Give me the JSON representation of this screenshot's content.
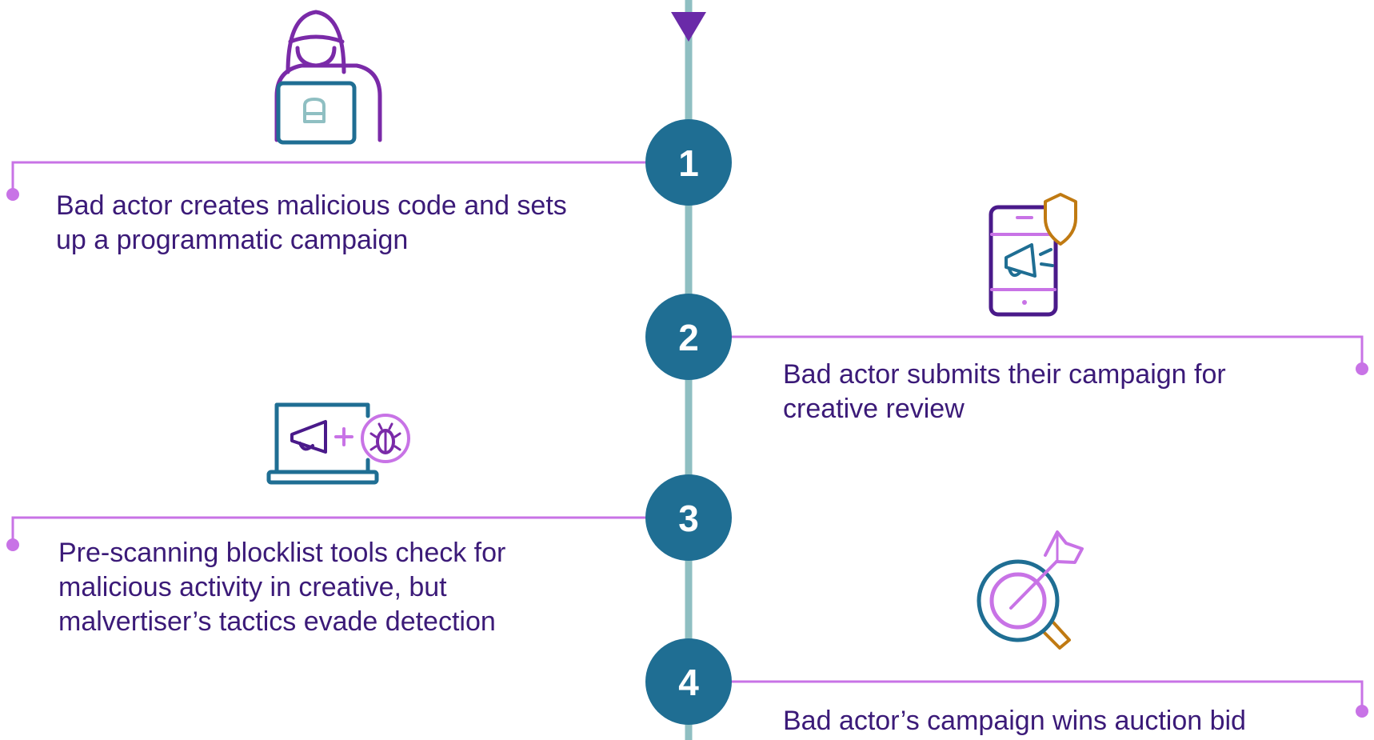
{
  "colors": {
    "timeline": "#8fbfc2",
    "circle": "#1f6e93",
    "connector": "#c873e6",
    "text": "#3b1a78",
    "icon_purple": "#7a2aa8",
    "icon_teal": "#1f6e93",
    "icon_light_teal": "#8fbfc2",
    "icon_gold": "#c07a12",
    "icon_violet": "#c873e6",
    "arrow": "#6a2aa8"
  },
  "steps": [
    {
      "number": "1",
      "icon": "hooded-hacker-laptop-icon",
      "lines": [
        "Bad actor creates malicious code and sets",
        "up a programmatic campaign"
      ]
    },
    {
      "number": "2",
      "icon": "phone-megaphone-shield-icon",
      "lines": [
        "Bad actor submits their campaign for",
        "creative review"
      ]
    },
    {
      "number": "3",
      "icon": "laptop-megaphone-bug-icon",
      "lines": [
        "Pre-scanning blocklist tools check for",
        "malicious activity in creative, but",
        "malvertiser’s tactics evade detection"
      ]
    },
    {
      "number": "4",
      "icon": "target-magnifier-icon",
      "lines": [
        "Bad actor’s campaign wins auction bid"
      ]
    }
  ]
}
